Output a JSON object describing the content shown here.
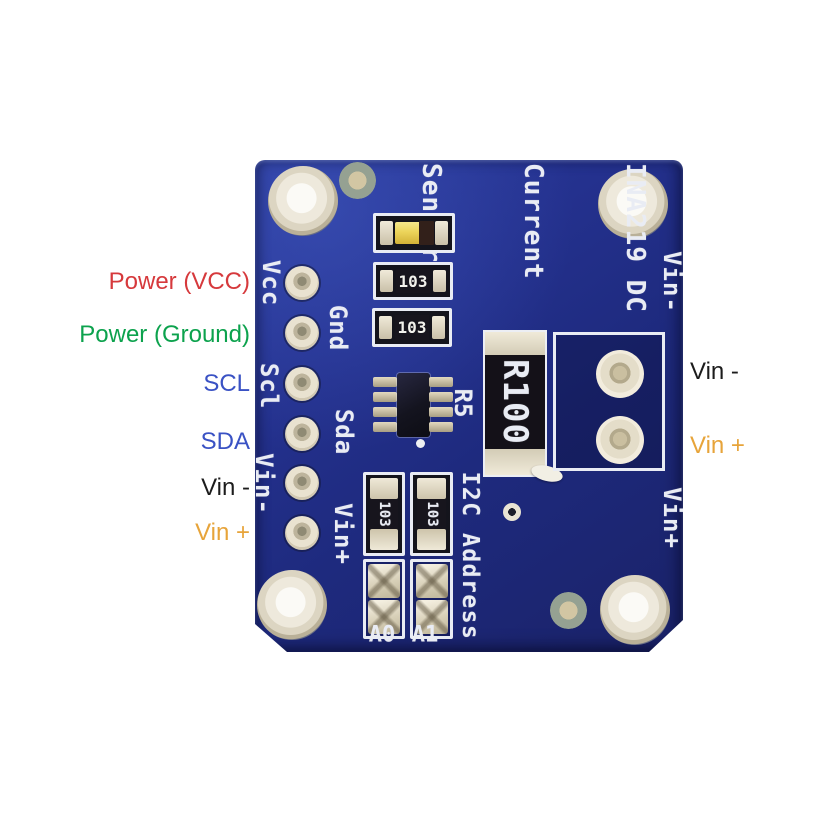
{
  "annotations": {
    "left": [
      {
        "label": "Power (VCC)",
        "color": "#d6393c"
      },
      {
        "label": "Power (Ground)",
        "color": "#0ca24d"
      },
      {
        "label": "SCL",
        "color": "#3a52c4"
      },
      {
        "label": "SDA",
        "color": "#3a52c4"
      },
      {
        "label": "Vin -",
        "color": "#1c1c1c"
      },
      {
        "label": "Vin +",
        "color": "#e7a43a"
      }
    ],
    "right": [
      {
        "label": "Vin -",
        "color": "#1c1c1c"
      },
      {
        "label": "Vin +",
        "color": "#e7a43a"
      }
    ]
  },
  "board": {
    "title_lines": [
      "INA219 DC",
      "Current",
      "Sensor"
    ],
    "pin_labels": [
      "Vcc",
      "Gnd",
      "Scl",
      "Sda",
      "Vin-",
      "Vin+"
    ],
    "edge_labels": [
      "Vin-",
      "Vin+"
    ],
    "silkscreen": {
      "ic_ref": "R5",
      "shunt_value": "R100",
      "i2c_label": "I2C Address",
      "jumper_a0": "A0",
      "jumper_a1": "A1"
    },
    "smd_resistor_value": "103",
    "colors": {
      "pcb_blue": "#22308e",
      "silkscreen_white": "#e9ecf4",
      "shunt_body_black": "#141118",
      "pad_silver": "#e4ddc9"
    }
  }
}
